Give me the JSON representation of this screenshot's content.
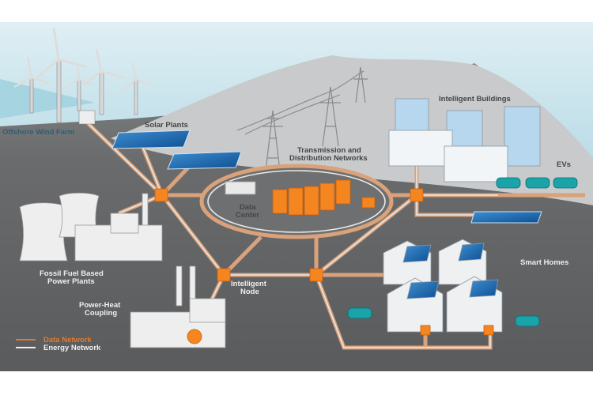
{
  "title": "Smart Grid",
  "labels": {
    "offshore_wind_farm": "Offshore Wind Farm",
    "solar_plants": "Solar Plants",
    "transmission_1": "Transmission and",
    "transmission_2": "Distribution Networks",
    "intelligent_buildings": "Intelligent Buildings",
    "evs": "EVs",
    "data_center_1": "Data",
    "data_center_2": "Center",
    "fossil_1": "Fossil Fuel Based",
    "fossil_2": "Power Plants",
    "power_heat_1": "Power-Heat",
    "power_heat_2": "Coupling",
    "intelligent_node_1": "Intelligent",
    "intelligent_node_2": "Node",
    "smart_homes": "Smart Homes"
  },
  "legend": {
    "data_network": "Data Network",
    "energy_network": "Energy Network"
  },
  "colors": {
    "data_network": "#e07b2e",
    "energy_network": "#f0f0f0",
    "node": "#f28a1e",
    "ground": "#5f6062",
    "sky": "#cfe6ee"
  }
}
